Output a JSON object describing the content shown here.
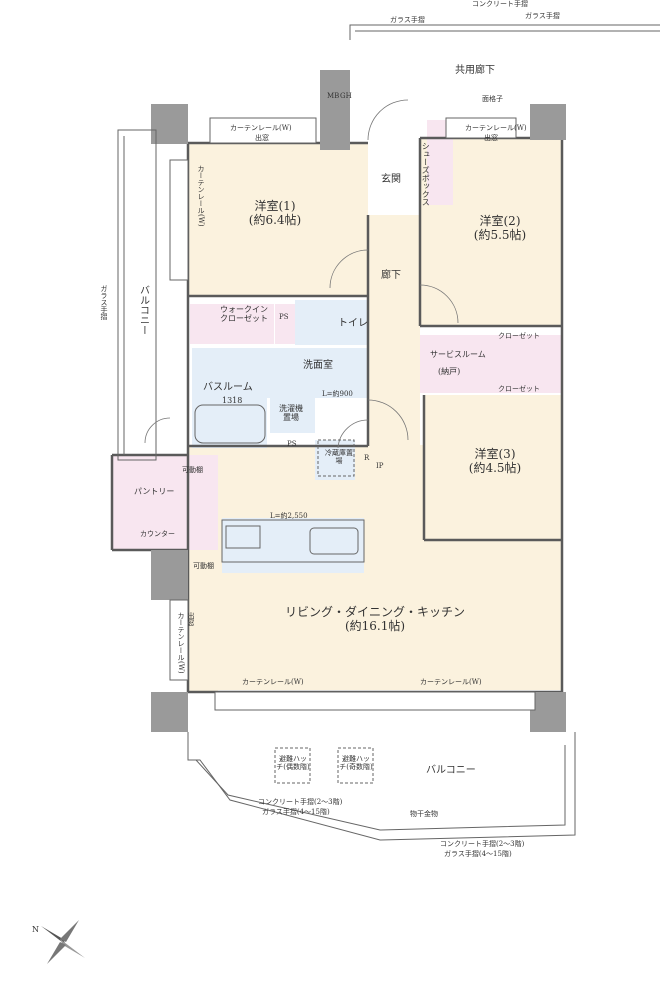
{
  "rooms": {
    "western1": {
      "name": "洋室(1)",
      "size": "(約6.4帖)"
    },
    "western2": {
      "name": "洋室(2)",
      "size": "(約5.5帖)"
    },
    "western3": {
      "name": "洋室(3)",
      "size": "(約4.5帖)"
    },
    "ldk": {
      "name": "リビング・ダイニング・キッチン",
      "size": "(約16.1帖)"
    },
    "entrance": "玄関",
    "corridor": "廊下",
    "shoes_box": "シューズボックス",
    "walkin": "ウォークインクローゼット",
    "toilet": "トイレ",
    "washroom": "洗面室",
    "bathroom": "バスルーム",
    "bath_size": "1318",
    "laundry": "洗濯機置場",
    "pantry": "パントリー",
    "counter": "カウンター",
    "service_room": "サービスルーム",
    "service_room_sub": "(納戸)",
    "closet": "クローゼット",
    "fridge": "冷蔵庫置場",
    "balcony": "バルコニー",
    "common_corridor": "共用廊下",
    "movable_shelf": "可動棚",
    "shelf": "可動棚",
    "ps": "PS",
    "mb": "MB",
    "gh": "GH"
  },
  "annotations": {
    "curtain_rail_w": "カーテンレール(W)",
    "outer_window": "出窓",
    "glass_rail": "ガラス手摺",
    "concrete_rail": "コンクリート手摺",
    "lattice": "面格子",
    "kitchen_length": "L=約2,550",
    "wash_length": "L=約900",
    "evac_hatch_odd": "避難ハッチ(偶数階)",
    "evac_hatch_even": "避難ハッチ(奇数階)",
    "drying_hardware": "物干金物",
    "rail_note_1": "コンクリート手摺(2〜3階)",
    "rail_note_2": "ガラス手摺(4〜15階)",
    "ip": "IP",
    "r": "R",
    "north": "N"
  }
}
